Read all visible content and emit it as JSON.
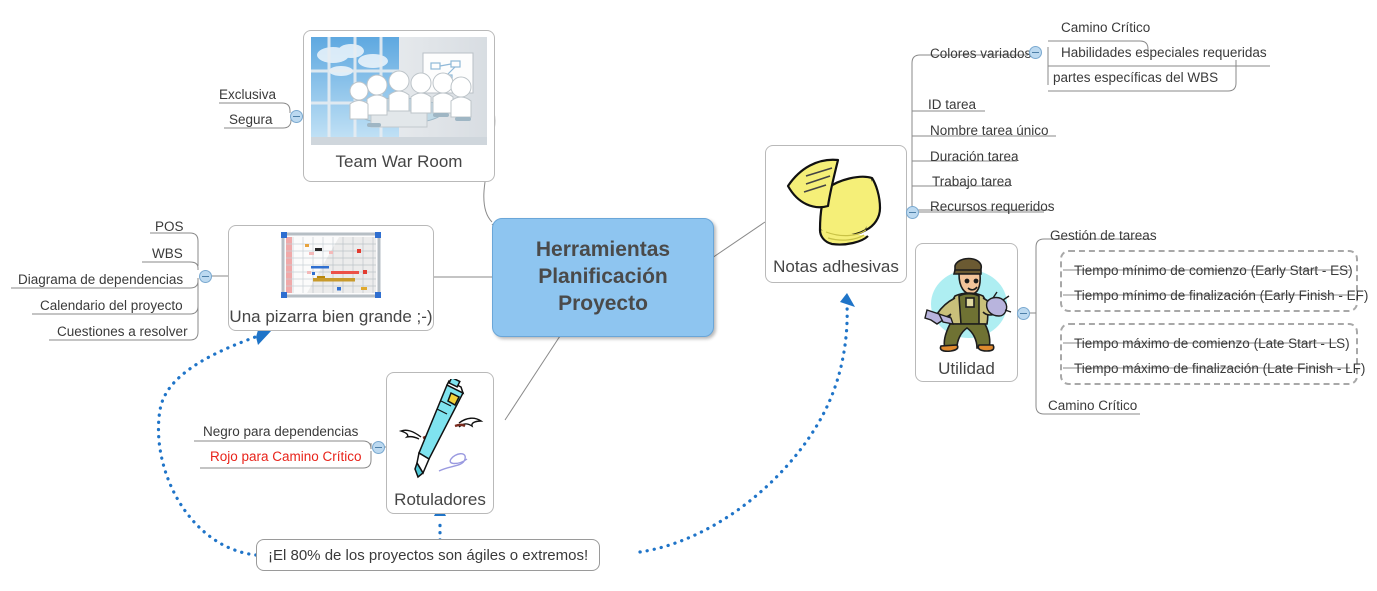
{
  "central": {
    "label": "Herramientas Planificación Proyecto",
    "color": "#8ec5f0"
  },
  "nodes": {
    "war_room": {
      "label": "Team War Room",
      "icon": "meeting-room-photo"
    },
    "whiteboard": {
      "label": "Una pizarra bien grande ;-)",
      "icon": "whiteboard-photo"
    },
    "markers": {
      "label": "Rotuladores",
      "icon": "pen-clipart"
    },
    "sticky": {
      "label": "Notas adhesivas",
      "icon": "sticky-notes-clipart"
    },
    "utility": {
      "label": "Utilidad",
      "icon": "handyman-clipart"
    }
  },
  "war_room_children": [
    {
      "label": "Exclusiva"
    },
    {
      "label": "Segura"
    }
  ],
  "whiteboard_children": [
    {
      "label": "POS"
    },
    {
      "label": "WBS"
    },
    {
      "label": "Diagrama de dependencias"
    },
    {
      "label": "Calendario del proyecto"
    },
    {
      "label": "Cuestiones a resolver"
    }
  ],
  "marker_children": [
    {
      "label": "Negro para dependencias",
      "color": "#3a3a3a"
    },
    {
      "label": "Rojo para Camino Crítico",
      "color": "#e8231a"
    }
  ],
  "sticky_children": [
    {
      "label": "Colores variados"
    },
    {
      "label": "ID tarea"
    },
    {
      "label": "Nombre tarea único"
    },
    {
      "label": "Duración tarea"
    },
    {
      "label": "Trabajo tarea"
    },
    {
      "label": "Recursos requeridos"
    }
  ],
  "colores_variados_children": [
    {
      "label": "Camino Crítico"
    },
    {
      "label": "Habilidades especiales requeridas"
    },
    {
      "label": "partes específicas del WBS"
    }
  ],
  "utility_children": [
    {
      "label": "Gestión de tareas"
    },
    {
      "label": "Camino Crítico"
    }
  ],
  "early_group": [
    {
      "label": "Tiempo mínimo de comienzo (Early Start - ES)"
    },
    {
      "label": "Tiempo mínimo de finalización (Early Finish - EF)"
    }
  ],
  "late_group": [
    {
      "label": "Tiempo máximo de comienzo (Late Start - LS)"
    },
    {
      "label": "Tiempo máximo de finalización (Late Finish - LF)"
    }
  ],
  "callout": {
    "label": "¡El 80% de los proyectos son ágiles o extremos!"
  },
  "colors": {
    "arrow": "#1f74c8",
    "branch": "#8a8a8a",
    "accent": "#8ec5f0",
    "red": "#e8231a"
  }
}
